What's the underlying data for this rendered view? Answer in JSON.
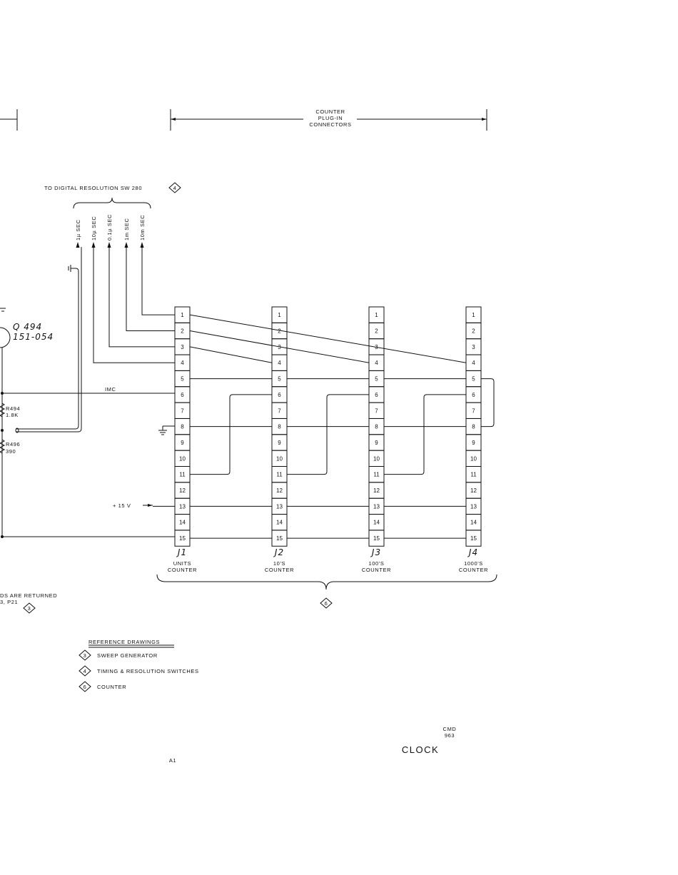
{
  "header": {
    "counter_bracket": [
      "COUNTER",
      "PLUG-IN",
      "CONNECTORS"
    ]
  },
  "resolution": {
    "title": "TO DIGITAL RESOLUTION SW 280",
    "title_ref": "4",
    "lines": [
      "1µ SEC",
      "10µ SEC",
      "0.1µ SEC",
      "1m SEC",
      "10m SEC"
    ]
  },
  "transistor": {
    "name": "Q 494",
    "part": "151-054"
  },
  "resistors": [
    {
      "name": "R494",
      "value": "1.8K"
    },
    {
      "name": "R496",
      "value": "390"
    }
  ],
  "signals": {
    "imc": "IMC",
    "plus15": "+ 15 V"
  },
  "connectors": [
    {
      "id": "J1",
      "label": [
        "UNITS",
        "COUNTER"
      ]
    },
    {
      "id": "J2",
      "label": [
        "10'S",
        "COUNTER"
      ]
    },
    {
      "id": "J3",
      "label": [
        "100'S",
        "COUNTER"
      ]
    },
    {
      "id": "J4",
      "label": [
        "1000'S",
        "COUNTER"
      ]
    }
  ],
  "pins": [
    "1",
    "2",
    "3",
    "4",
    "5",
    "6",
    "7",
    "8",
    "9",
    "10",
    "11",
    "12",
    "13",
    "14",
    "15"
  ],
  "counter_ref": "6",
  "note": [
    "DS ARE RETURNED",
    "3, P21"
  ],
  "note_ref": "3",
  "reference_drawings": {
    "title": "REFERENCE DRAWINGS",
    "items": [
      {
        "num": "3",
        "text": "SWEEP GENERATOR"
      },
      {
        "num": "4",
        "text": "TIMING & RESOLUTION SWITCHES"
      },
      {
        "num": "6",
        "text": "COUNTER"
      }
    ]
  },
  "footer": {
    "cmd": "CMD",
    "cmd_num": "963",
    "title": "CLOCK",
    "sheet": "A1"
  }
}
